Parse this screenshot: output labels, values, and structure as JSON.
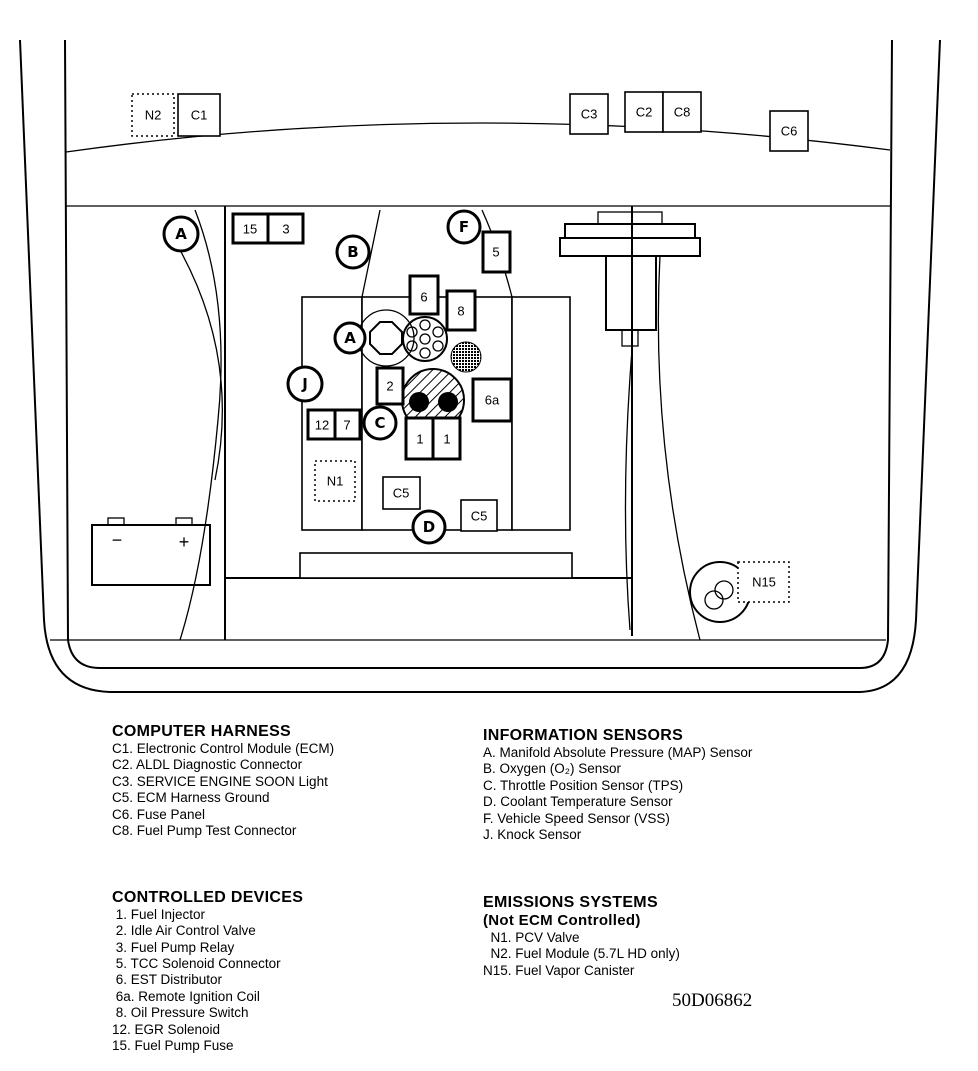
{
  "diagram": {
    "labels": {
      "N2": "N2",
      "C1": "C1",
      "C3": "C3",
      "C2": "C2",
      "C8": "C8",
      "C6": "C6",
      "A": "A",
      "B": "B",
      "F": "F",
      "J": "J",
      "C": "C",
      "D": "D",
      "n15": "15",
      "n3": "3",
      "n5": "5",
      "n6": "6",
      "n8": "8",
      "n2": "2",
      "n6a": "6a",
      "n12": "12",
      "n7": "7",
      "n1": "1",
      "N1": "N1",
      "C5": "C5",
      "N15": "N15",
      "minus": "−",
      "plus": "+"
    }
  },
  "legend": {
    "computer_harness": {
      "title": "COMPUTER HARNESS",
      "items": [
        "C1. Electronic Control Module (ECM)",
        "C2. ALDL Diagnostic Connector",
        "C3. SERVICE ENGINE SOON Light",
        "C5. ECM Harness Ground",
        "C6. Fuse Panel",
        "C8. Fuel Pump Test Connector"
      ]
    },
    "controlled_devices": {
      "title": "CONTROLLED DEVICES",
      "items": [
        " 1. Fuel Injector",
        " 2. Idle Air Control Valve",
        " 3. Fuel Pump Relay",
        " 5. TCC Solenoid Connector",
        " 6. EST Distributor",
        " 6a. Remote Ignition Coil",
        " 8. Oil Pressure Switch",
        "12. EGR Solenoid",
        "15. Fuel Pump Fuse"
      ]
    },
    "information_sensors": {
      "title": "INFORMATION SENSORS",
      "items": [
        "A. Manifold Absolute Pressure (MAP) Sensor",
        "B. Oxygen (O₂) Sensor",
        "C. Throttle Position Sensor (TPS)",
        "D. Coolant Temperature Sensor",
        "F. Vehicle Speed Sensor (VSS)",
        "J. Knock Sensor"
      ]
    },
    "emissions_systems": {
      "title": "EMISSIONS SYSTEMS",
      "subtitle": "(Not ECM Controlled)",
      "items": [
        "  N1. PCV Valve",
        "  N2. Fuel Module (5.7L HD only)",
        "N15. Fuel Vapor Canister"
      ]
    }
  },
  "figure_code": "50D06862"
}
